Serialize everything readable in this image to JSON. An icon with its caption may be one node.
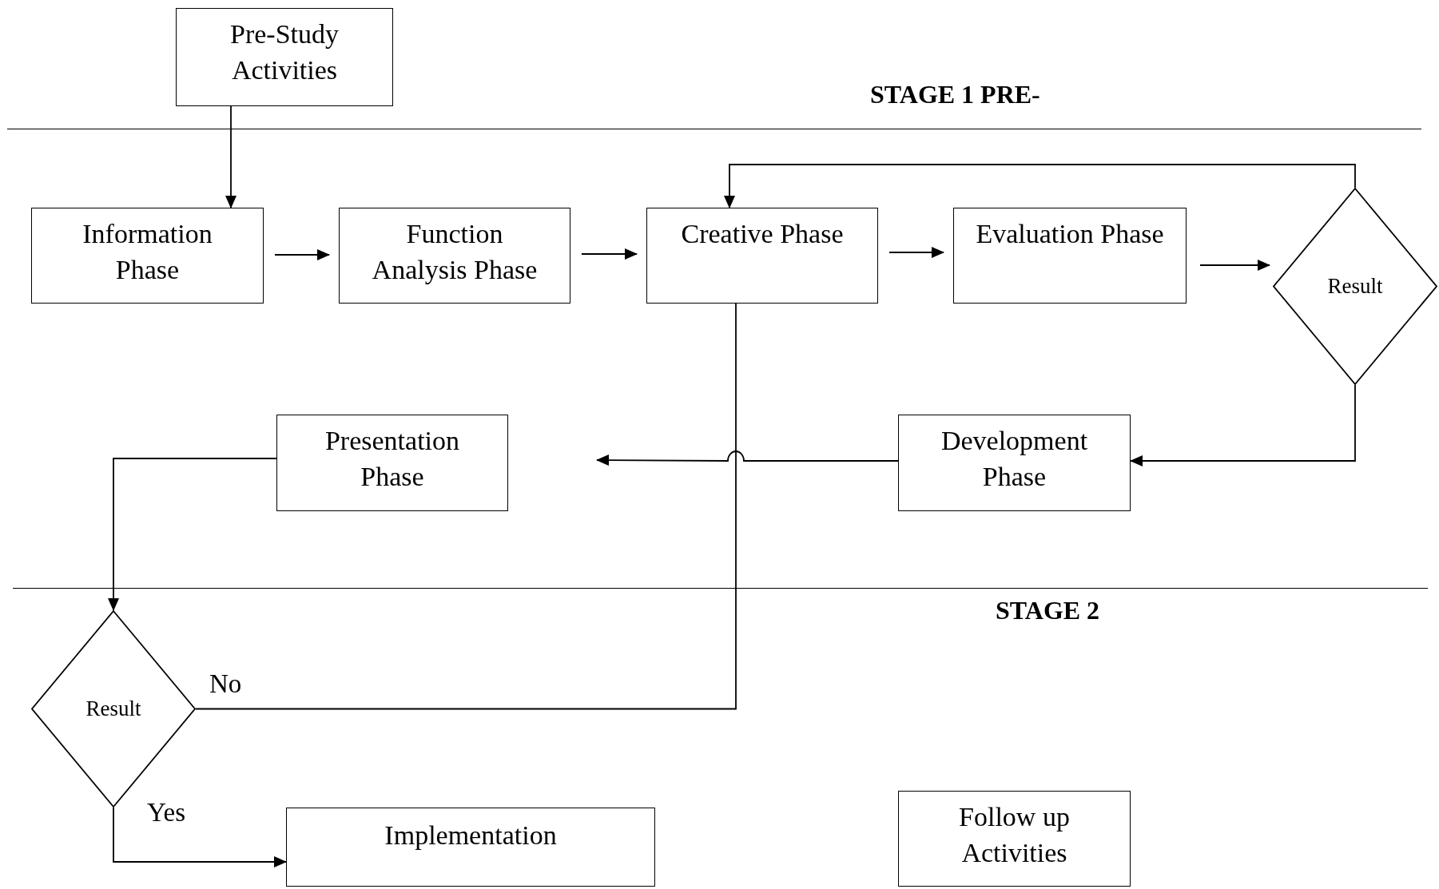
{
  "diagram": {
    "nodes": [
      {
        "text": [
          "Pre-Study Activities"
        ]
      },
      {
        "text": [
          "Information Phase"
        ]
      },
      {
        "text": [
          "Function Analysis Phase"
        ]
      },
      {
        "text": [
          "Creative Phase"
        ]
      },
      {
        "text": [
          "Evaluation Phase"
        ]
      },
      {
        "text": [
          "Result"
        ]
      },
      {
        "text": [
          "Presentation Phase"
        ]
      },
      {
        "text": [
          "Development Phase"
        ]
      },
      {
        "text": [
          "Result"
        ]
      },
      {
        "text": [
          "Implementation"
        ]
      },
      {
        "text": [
          "Follow up Activities"
        ]
      }
    ],
    "edges": [
      {
        "from": 0,
        "to": 1,
        "arrow": "to"
      },
      {
        "from": 1,
        "to": 2,
        "arrow": "to"
      },
      {
        "from": 2,
        "to": 3,
        "arrow": "to"
      },
      {
        "from": 3,
        "to": 4,
        "arrow": "to"
      },
      {
        "from": 4,
        "to": 5,
        "arrow": "to"
      },
      {
        "from": 5,
        "to": 3,
        "arrow": "to"
      },
      {
        "from": 5,
        "to": 7,
        "arrow": "to"
      },
      {
        "from": 7,
        "to": 6,
        "arrow": "to"
      },
      {
        "from": 6,
        "to": 8,
        "arrow": "to"
      },
      {
        "from": 8,
        "to": 3,
        "arrow": "none",
        "label": "No"
      },
      {
        "from": 8,
        "to": 9,
        "arrow": "to",
        "label": "Yes"
      }
    ],
    "labels": [
      "STAGE 1 PRE-",
      "STAGE 2"
    ]
  }
}
